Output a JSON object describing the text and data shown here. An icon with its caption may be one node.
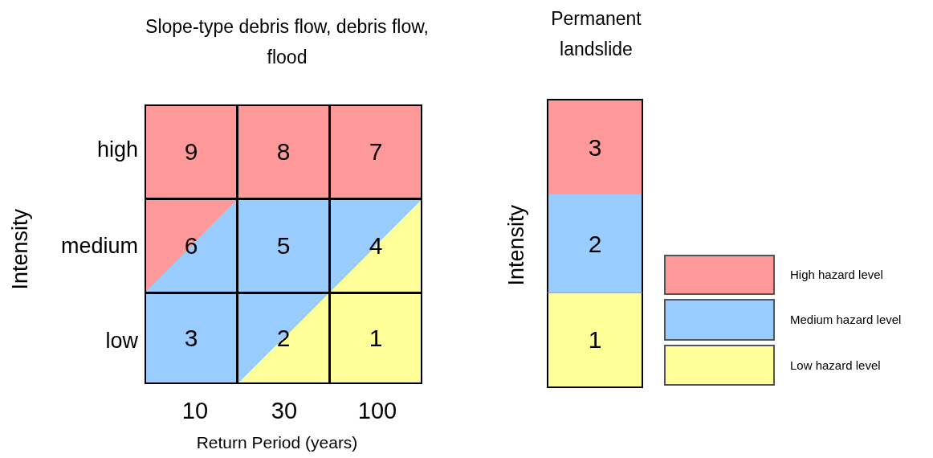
{
  "diagram": {
    "nodes": [
      {
        "text": [
          "9"
        ]
      },
      {
        "text": [
          "8"
        ]
      },
      {
        "text": [
          "7"
        ]
      },
      {
        "text": [
          "6"
        ]
      },
      {
        "text": [
          "5"
        ]
      },
      {
        "text": [
          "4"
        ]
      },
      {
        "text": [
          "3"
        ]
      },
      {
        "text": [
          "2"
        ]
      },
      {
        "text": [
          "1"
        ]
      },
      {
        "text": [
          "3"
        ]
      },
      {
        "text": [
          "2"
        ]
      },
      {
        "text": [
          "1"
        ]
      }
    ],
    "edges": [],
    "labels": [
      "Slope-type debris flow, debris flow, flood",
      "Permanent landslide",
      "high",
      "medium",
      "Intensity",
      "Intensity",
      "low",
      "10",
      "30",
      "100",
      "Return Period (years)"
    ],
    "legend": [
      {
        "text": "High hazard level",
        "color": "#ff9999"
      },
      {
        "text": "Medium hazard level",
        "color": "#99ccff"
      },
      {
        "text": "Low hazard level",
        "color": "#ffff99"
      }
    ]
  }
}
